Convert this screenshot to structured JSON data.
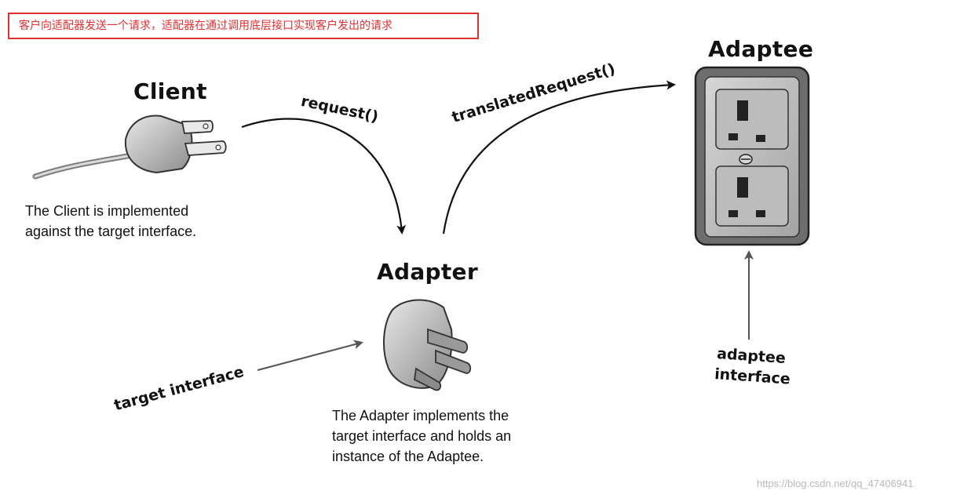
{
  "banner": {
    "text": "客户向适配器发送一个请求，适配器在通过调用底层接口实现客户发出的请求"
  },
  "client": {
    "title": "Client",
    "description_line1": "The Client is implemented",
    "description_line2": "against the target interface."
  },
  "adapter": {
    "title": "Adapter",
    "description_line1": "The Adapter implements the",
    "description_line2": "target interface and holds an",
    "description_line3": "instance of the Adaptee."
  },
  "adaptee": {
    "title": "Adaptee"
  },
  "edges": {
    "request": "request()",
    "translated_request": "translatedRequest()",
    "target_interface": "target interface",
    "adaptee_interface_line1": "adaptee",
    "adaptee_interface_line2": "interface"
  },
  "watermark": {
    "text": "https://blog.csdn.net/qq_47406941"
  }
}
